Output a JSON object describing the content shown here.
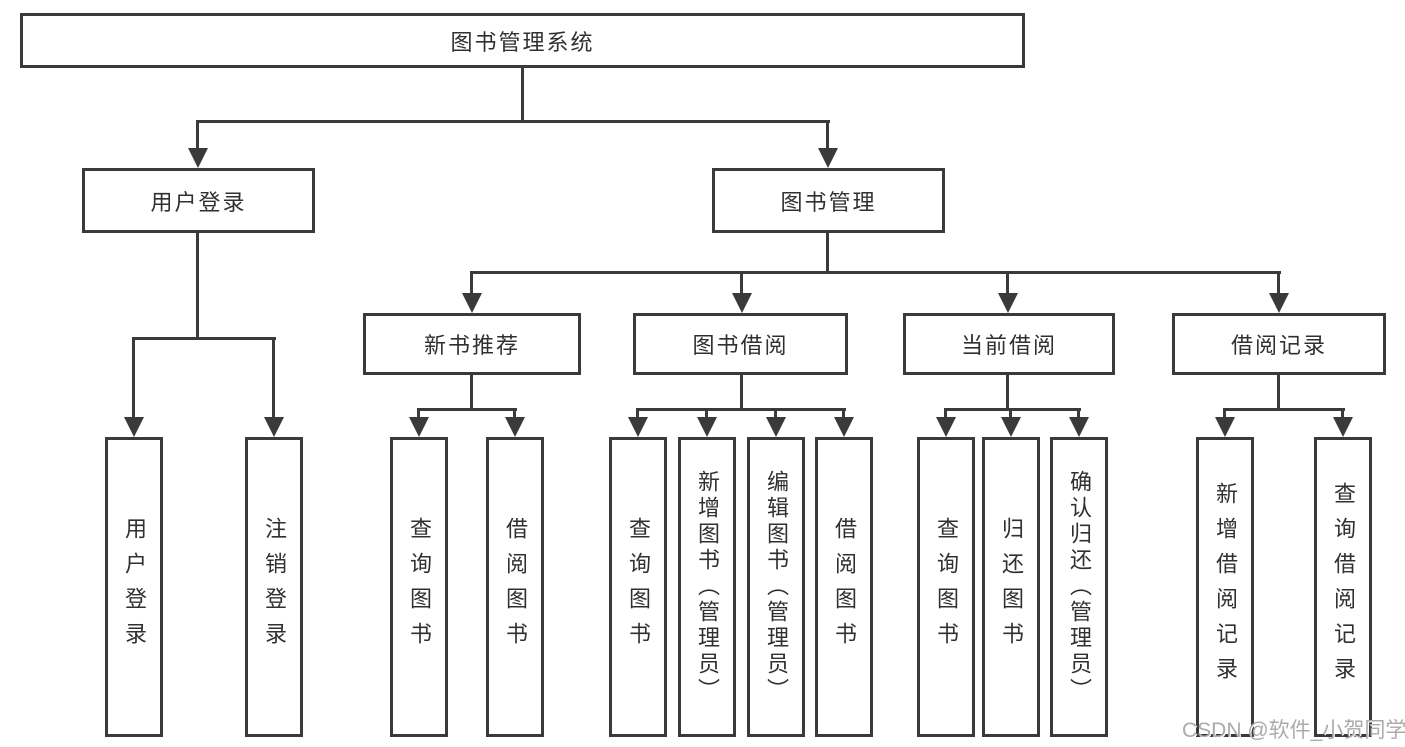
{
  "colors": {
    "line": "#3a3a3a",
    "box_border": "#3a3a3a",
    "text": "#303030",
    "watermark": "#ababab",
    "background": "#ffffff"
  },
  "watermark": "CSDN @软件_小贺同学",
  "tree": {
    "root": "图书管理系统",
    "branches": [
      {
        "label": "用户登录",
        "children": [
          "用户登录",
          "注销登录"
        ]
      },
      {
        "label": "图书管理",
        "sections": [
          {
            "label": "新书推荐",
            "children": [
              "查询图书",
              "借阅图书"
            ]
          },
          {
            "label": "图书借阅",
            "children": [
              "查询图书",
              "新增图书（管理员）",
              "编辑图书（管理员）",
              "借阅图书"
            ]
          },
          {
            "label": "当前借阅",
            "children": [
              "查询图书",
              "归还图书",
              "确认归还（管理员）"
            ]
          },
          {
            "label": "借阅记录",
            "children": [
              "新增借阅记录",
              "查询借阅记录"
            ]
          }
        ]
      }
    ]
  }
}
